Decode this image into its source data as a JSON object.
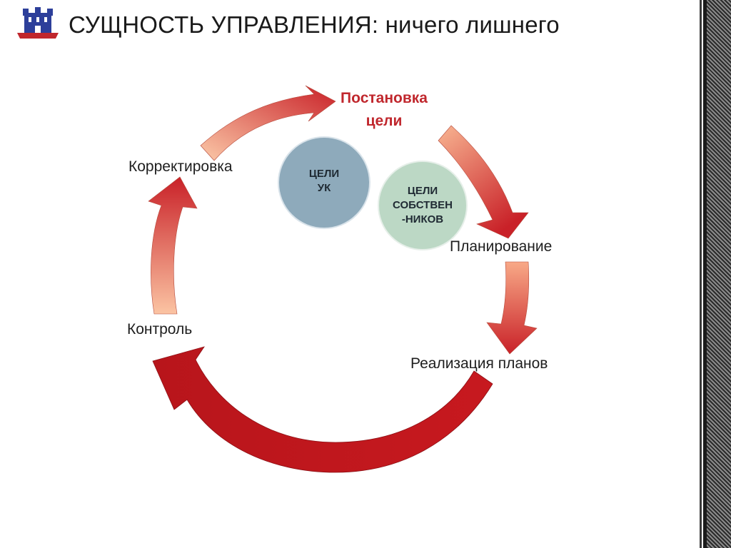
{
  "slide": {
    "title": "СУЩНОСТЬ УПРАВЛЕНИЯ: ничего лишнего"
  },
  "cycle": {
    "stages": [
      {
        "id": "goal",
        "label_line1": "Постановка",
        "label_line2": "цели"
      },
      {
        "id": "planning",
        "label": "Планирование"
      },
      {
        "id": "implementation",
        "label": "Реализация планов"
      },
      {
        "id": "control",
        "label": "Контроль"
      },
      {
        "id": "correction",
        "label": "Корректировка"
      }
    ]
  },
  "circles": {
    "uk": {
      "line1": "ЦЕЛИ",
      "line2": "УК"
    },
    "owners": {
      "line1": "ЦЕЛИ",
      "line2": "СОБСТВЕН",
      "line3": "-НИКОВ"
    }
  },
  "colors": {
    "accent_red": "#c0272d",
    "arrow_light": "#f7b08c",
    "arrow_dark": "#c21f26",
    "circle_blue": "#8aa9bc",
    "circle_green": "#b9d6c2"
  }
}
